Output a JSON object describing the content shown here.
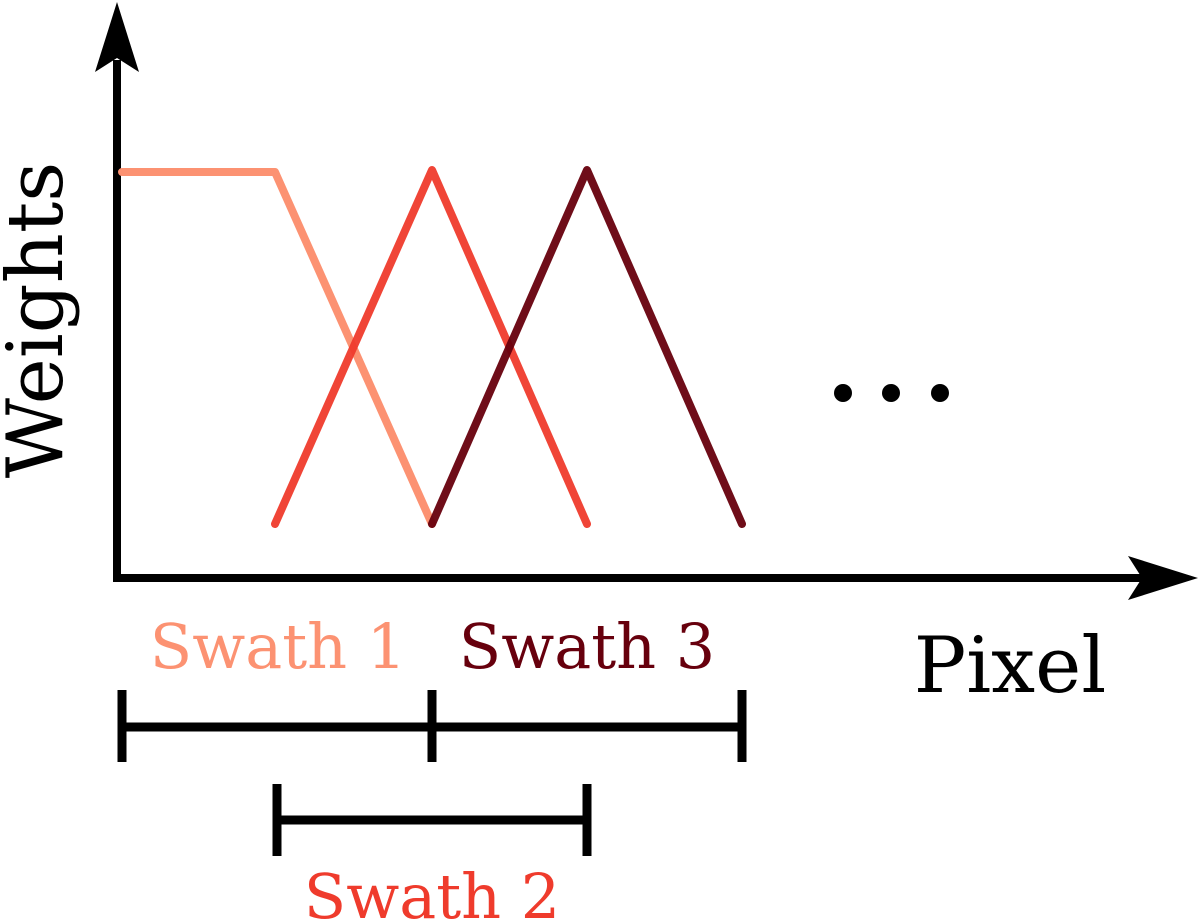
{
  "diagram": {
    "y_axis_label": "Weights",
    "x_axis_label": "Pixel",
    "ellipsis": "…",
    "swaths": [
      {
        "label": "Swath 1",
        "color": "#fc9272"
      },
      {
        "label": "Swath 2",
        "color": "#ef3b2c"
      },
      {
        "label": "Swath 3",
        "color": "#67000d"
      }
    ],
    "axis_color": "#000000"
  }
}
